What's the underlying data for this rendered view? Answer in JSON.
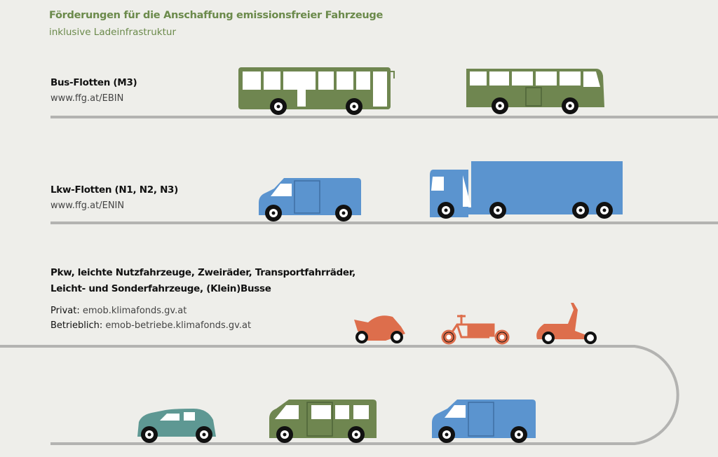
{
  "header": {
    "title": "Förderungen für die Anschaffung emissionsfreier Fahrzeuge",
    "subtitle": "inklusive Ladeinfrastruktur"
  },
  "sections": [
    {
      "heading": "Bus-Flotten (M3)",
      "link": "www.ffg.at/EBIN"
    },
    {
      "heading": "Lkw-Flotten (N1, N2, N3)",
      "link": "www.ffg.at/ENIN"
    },
    {
      "heading_line1": "Pkw, leichte Nutzfahrzeuge, Zweiräder, Transportfahrräder,",
      "heading_line2": "Leicht- und Sonderfahrzeuge, (Klein)Busse",
      "private_label": "Privat:",
      "private_link": "emob.klimafonds.gv.at",
      "business_label": "Betrieblich:",
      "business_link": "emob-betriebe.klimafonds.gv.at"
    }
  ],
  "colors": {
    "background": "#eeeeea",
    "green": "#6f8650",
    "blue": "#5b94cf",
    "orange": "#dd6e4c",
    "teal": "#5e9893",
    "road": "#b3b3b1"
  }
}
